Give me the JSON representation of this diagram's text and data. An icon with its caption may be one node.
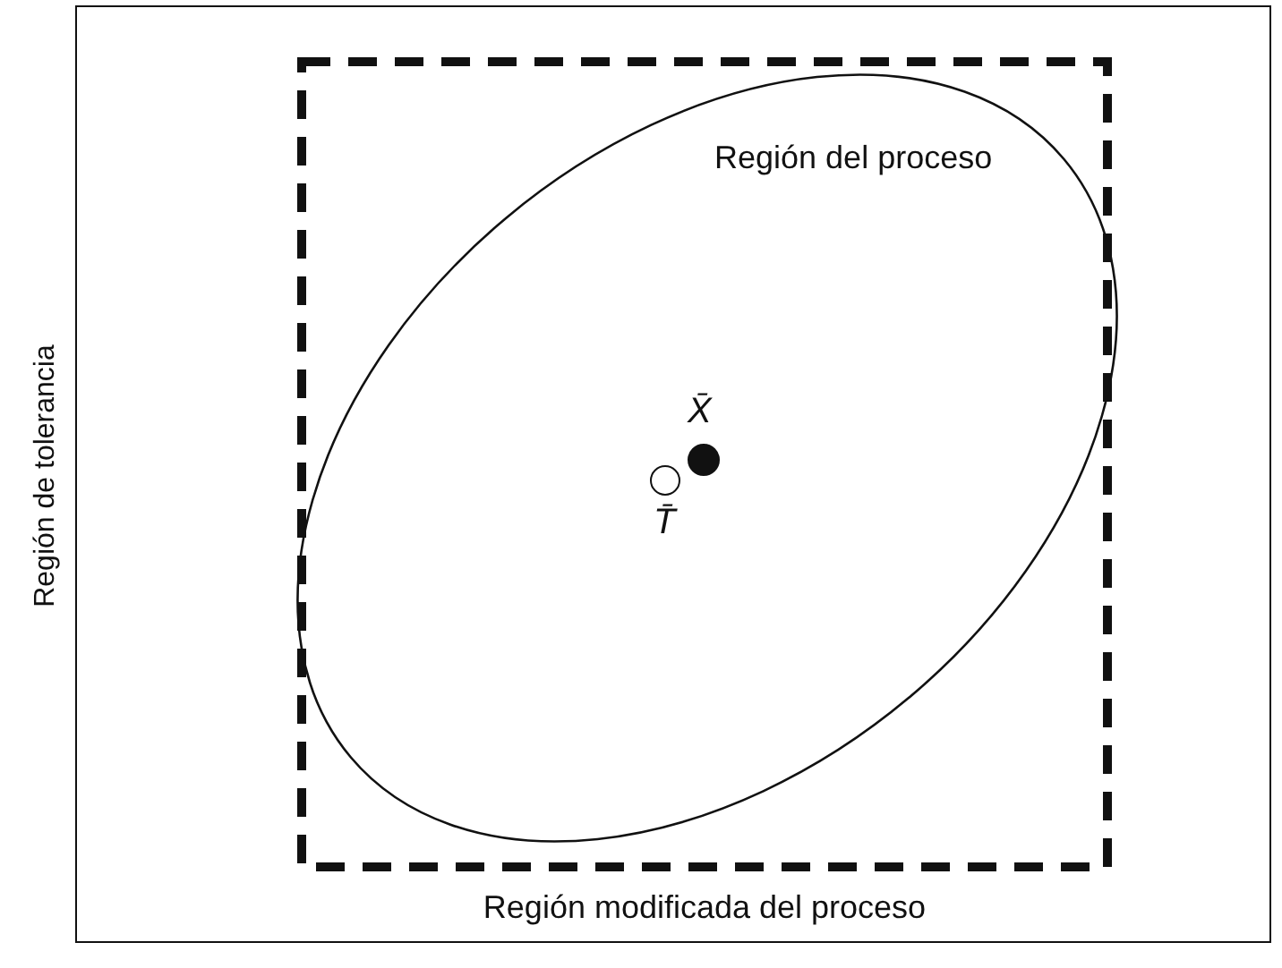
{
  "diagram": {
    "nodes": [
      {
        "text": [
          "Región de tolerancia"
        ]
      },
      {
        "text": [
          "Región modificada del proceso"
        ],
        "in": 0
      },
      {
        "text": [
          "Región del proceso"
        ],
        "in": 0
      },
      {
        "text": [],
        "shape": "circle",
        "beside": [
          "X̄"
        ],
        "in": 2
      },
      {
        "text": [],
        "shape": "circle",
        "beside": [
          "T̄"
        ],
        "in": 2
      }
    ]
  }
}
